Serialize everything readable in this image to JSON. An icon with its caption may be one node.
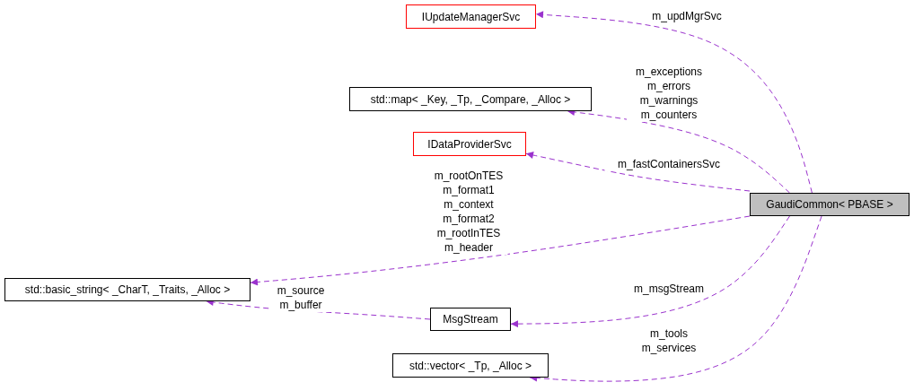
{
  "diagram": {
    "nodes": [
      {
        "text": [
          "IUpdateManagerSvc"
        ]
      },
      {
        "text": [
          "std::map< _Key, _Tp, _Compare, _Alloc >"
        ]
      },
      {
        "text": [
          "IDataProviderSvc"
        ]
      },
      {
        "text": [
          "GaudiCommon< PBASE >"
        ]
      },
      {
        "text": [
          "std::basic_string< _CharT, _Traits, _Alloc >"
        ]
      },
      {
        "text": [
          "MsgStream"
        ]
      },
      {
        "text": [
          "std::vector< _Tp, _Alloc >"
        ]
      }
    ],
    "edges": [
      {
        "from": 3,
        "to": 0,
        "arrow": "to",
        "label": "m_updMgrSvc",
        "style": "dashed"
      },
      {
        "from": 3,
        "to": 1,
        "arrow": "to",
        "label": "m_exceptions m_errors m_warnings m_counters",
        "style": "dashed"
      },
      {
        "from": 3,
        "to": 2,
        "arrow": "to",
        "label": "m_fastContainersSvc",
        "style": "dashed"
      },
      {
        "from": 3,
        "to": 4,
        "arrow": "to",
        "label": "m_rootOnTES m_format1 m_context m_format2 m_rootInTES m_header",
        "style": "dashed"
      },
      {
        "from": 5,
        "to": 4,
        "arrow": "to",
        "label": "m_source m_buffer",
        "style": "dashed"
      },
      {
        "from": 3,
        "to": 5,
        "arrow": "to",
        "label": "m_msgStream",
        "style": "dashed"
      },
      {
        "from": 3,
        "to": 6,
        "arrow": "to",
        "label": "m_tools m_services",
        "style": "dashed"
      }
    ]
  }
}
